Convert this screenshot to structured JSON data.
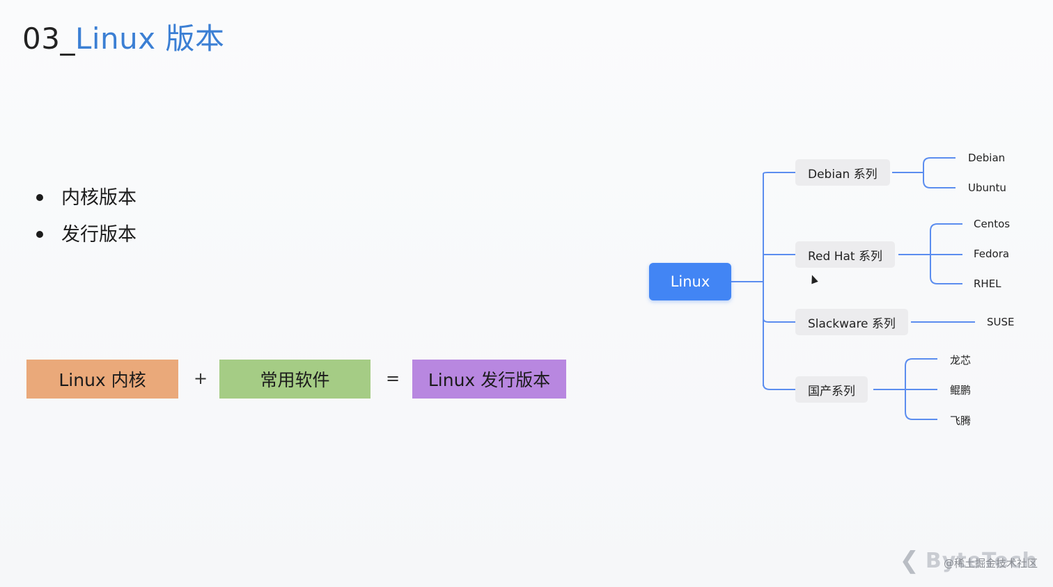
{
  "title": {
    "number": "03_",
    "text": "Linux 版本"
  },
  "bullets": [
    "内核版本",
    "发行版本"
  ],
  "equation": {
    "kernel_label": "Linux 内核",
    "plus": "+",
    "software_label": "常用软件",
    "equals": "=",
    "distro_label": "Linux 发行版本"
  },
  "tree": {
    "root": "Linux",
    "groups": [
      {
        "label": "Debian 系列",
        "children": [
          "Debian",
          "Ubuntu"
        ]
      },
      {
        "label": "Red Hat 系列",
        "children": [
          "Centos",
          "Fedora",
          "RHEL"
        ]
      },
      {
        "label": "Slackware 系列",
        "children": [
          "SUSE"
        ]
      },
      {
        "label": "国产系列",
        "children": [
          "龙芯",
          "鲲鹏",
          "飞腾"
        ]
      }
    ]
  },
  "watermark": {
    "logo": "ByteTech",
    "community": "@稀土掘金技术社区"
  },
  "colors": {
    "title_accent": "#3b7fd4",
    "root_node": "#4285f4",
    "tree_line": "#5b8def",
    "kernel_box": "#eaa97a",
    "software_box": "#a5cc85",
    "distro_box": "#b887e0"
  }
}
